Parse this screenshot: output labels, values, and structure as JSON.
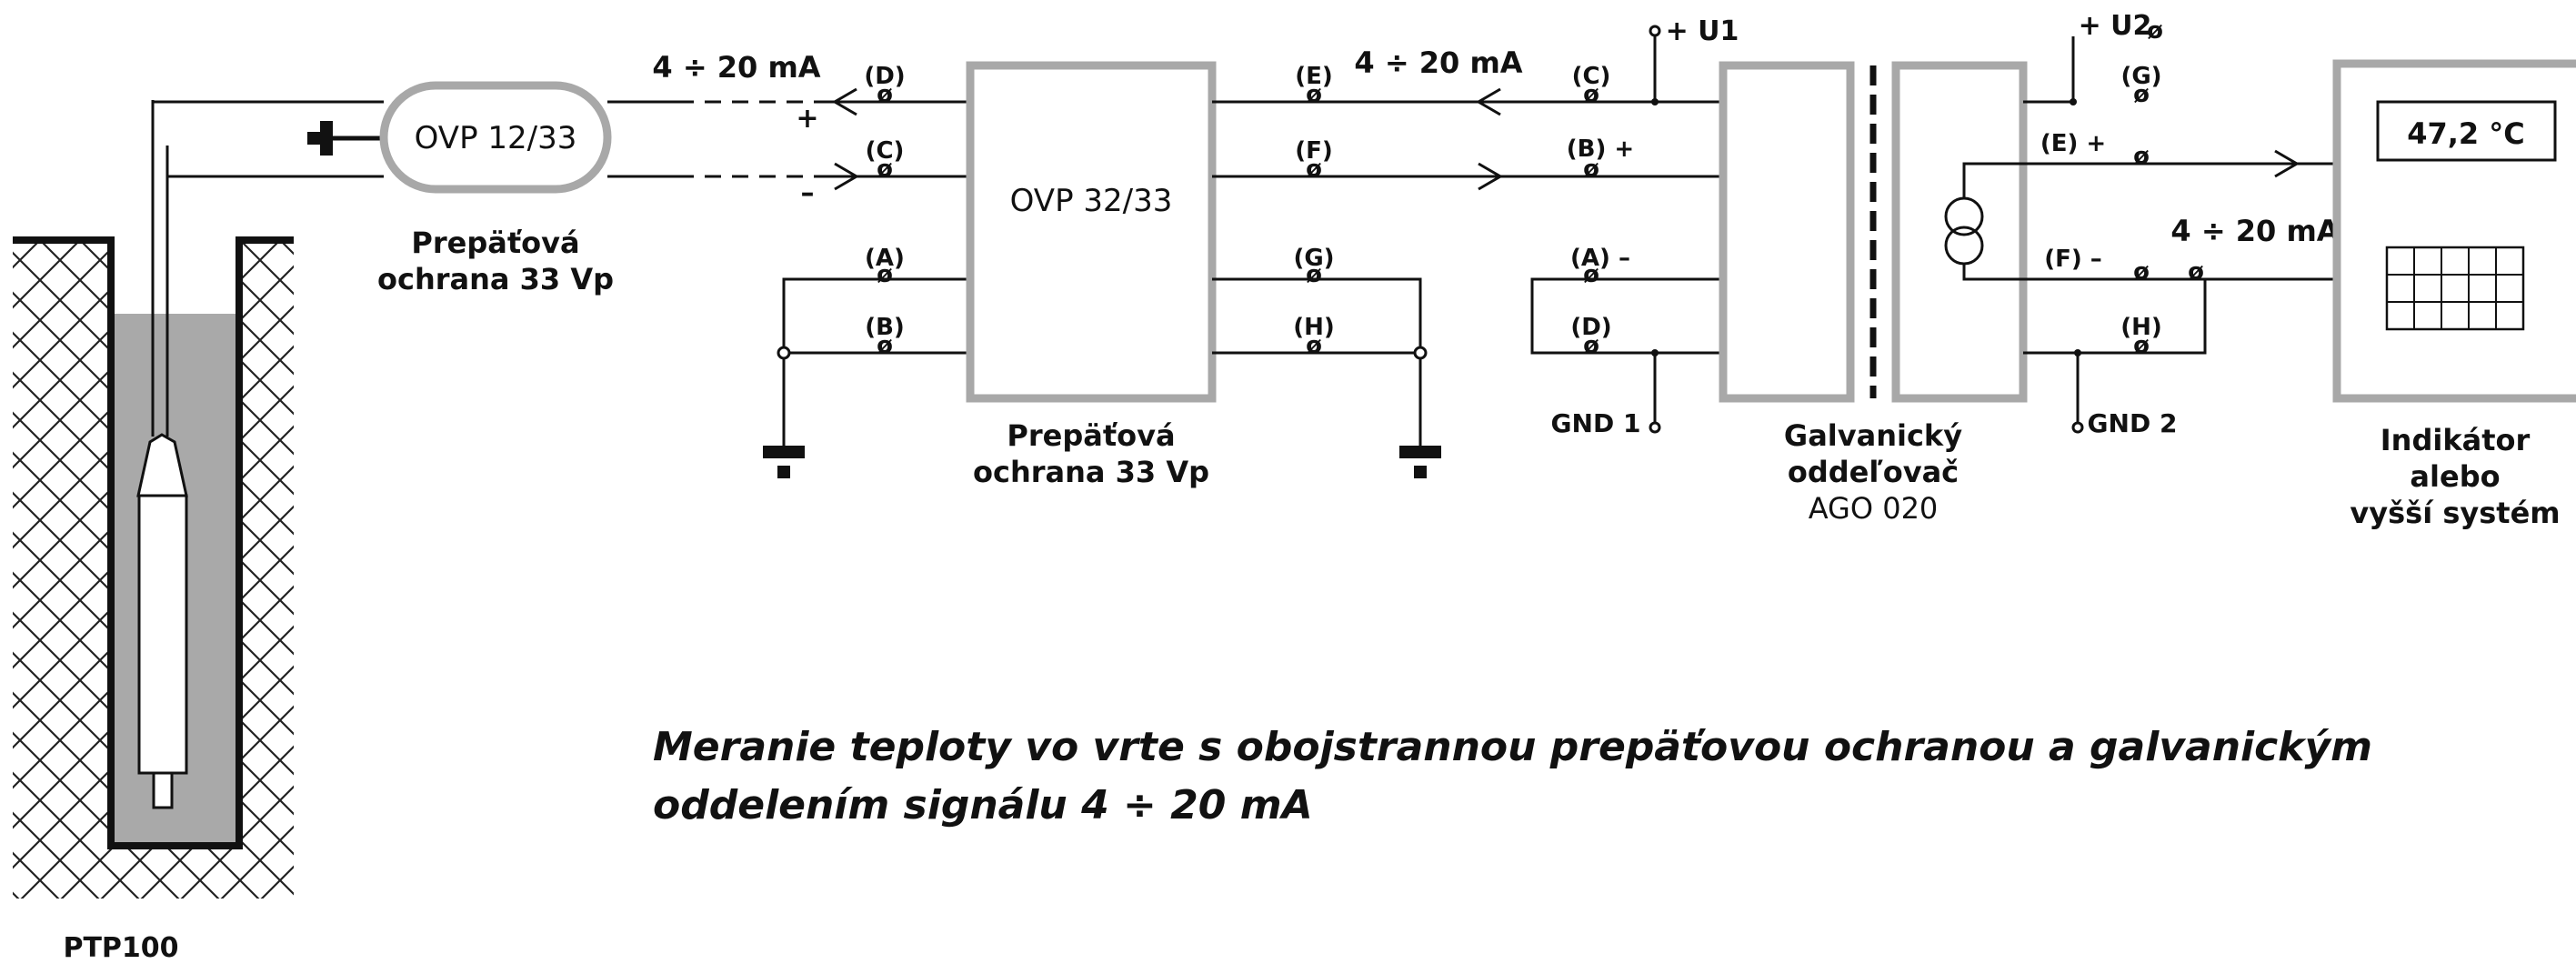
{
  "devices": {
    "sensor": {
      "name": "PTP100"
    },
    "ovp1": {
      "model": "OVP 12/33",
      "caption1": "Prepäťová",
      "caption2": "ochrana 33 Vp"
    },
    "ovp2": {
      "model": "OVP 32/33",
      "caption1": "Prepäťová",
      "caption2": "ochrana 33 Vp"
    },
    "isolator": {
      "caption1": "Galvanický",
      "caption2": "oddeľovač",
      "model": "AGO 020"
    },
    "indicator": {
      "display": "47,2 °C",
      "caption1": "Indikátor",
      "caption2": "alebo",
      "caption3": "vyšší systém"
    }
  },
  "signals": {
    "current_1": "4 ÷ 20 mA",
    "current_2": "4 ÷ 20 mA",
    "current_3": "4 ÷ 20 mA"
  },
  "supplies": {
    "u1": "+ U1",
    "u2": "+ U2",
    "gnd1": "GND 1",
    "gnd2": "GND 2"
  },
  "polarity": {
    "plus": "+",
    "minus": "–"
  },
  "terminals": {
    "ovp2_in": [
      "(D)",
      "(C)",
      "(A)",
      "(B)"
    ],
    "ovp2_out": [
      "(E)",
      "(F)",
      "(G)",
      "(H)"
    ],
    "ago_in": [
      "(C)",
      "(B) +",
      "(A) –",
      "(D)"
    ],
    "ago_out": [
      "(G)",
      "(E) +",
      "(F) –",
      "(H)"
    ]
  },
  "caption": {
    "line1": "Meranie teploty vo vrte s obojstrannou prepäťovou ochranou a galvanickým",
    "line2": "oddelením signálu 4 ÷ 20 mA"
  }
}
